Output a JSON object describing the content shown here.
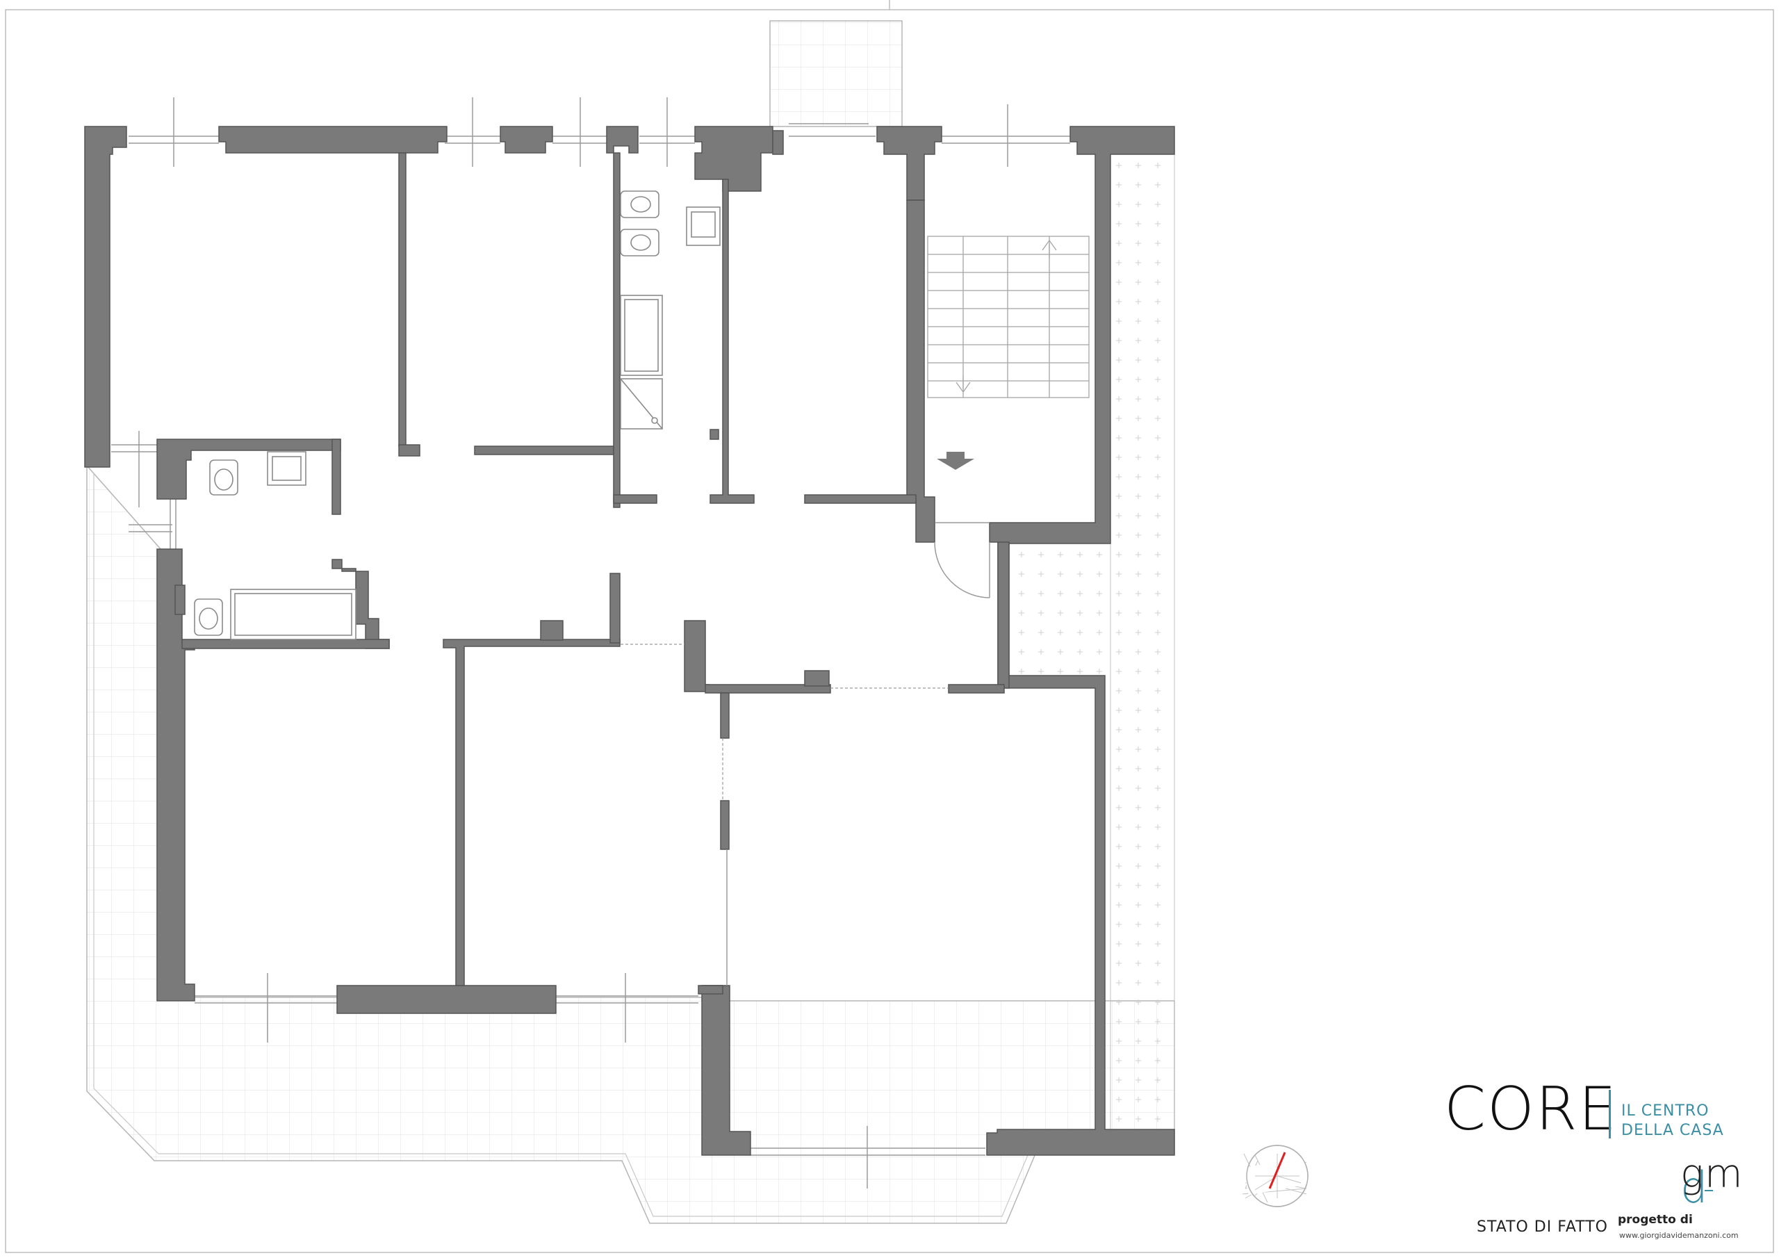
{
  "drawing": {
    "status": "STATO DI FATTO",
    "designer_label": "progetto di",
    "website": "www.giorgidavidemanzoni.com"
  },
  "brand": {
    "name": "CORE",
    "tagline_line1": "IL CENTRO",
    "tagline_line2": "DELLA CASA",
    "logo_letters": "gmd",
    "accent_color": "#3a8fa6"
  },
  "north_arrow": {
    "icon": "north-arrow-icon",
    "color": "#e02020"
  },
  "colors": {
    "walls": "#7a7a7a",
    "thin_lines": "#9a9a9a",
    "north_arrow": "#e02020"
  }
}
